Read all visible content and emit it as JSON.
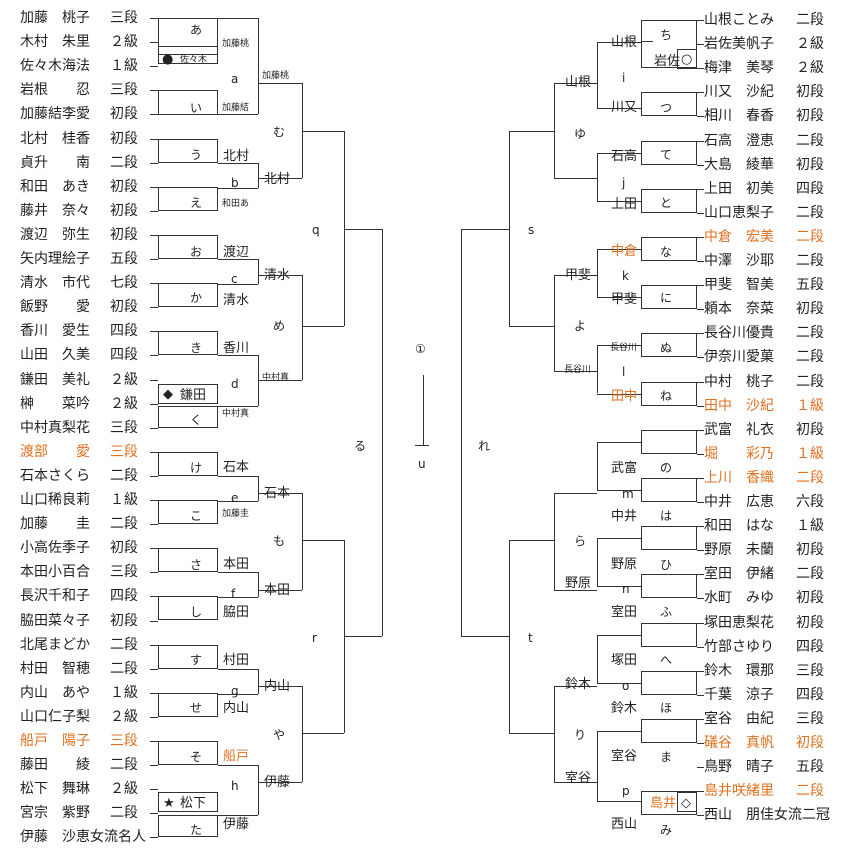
{
  "accent_color": "#e07020",
  "players_left": [
    {
      "name": "加藤　桃子",
      "rank": "三段",
      "hl": false
    },
    {
      "name": "木村　朱里",
      "rank": "２級",
      "hl": false
    },
    {
      "name": "佐々木海法",
      "rank": "１級",
      "hl": false
    },
    {
      "name": "岩根　　忍",
      "rank": "三段",
      "hl": false
    },
    {
      "name": "加藤結李愛",
      "rank": "初段",
      "hl": false
    },
    {
      "name": "北村　桂香",
      "rank": "初段",
      "hl": false
    },
    {
      "name": "貞升　　南",
      "rank": "二段",
      "hl": false
    },
    {
      "name": "和田　あき",
      "rank": "初段",
      "hl": false
    },
    {
      "name": "藤井　奈々",
      "rank": "初段",
      "hl": false
    },
    {
      "name": "渡辺　弥生",
      "rank": "初段",
      "hl": false
    },
    {
      "name": "矢内理絵子",
      "rank": "五段",
      "hl": false
    },
    {
      "name": "清水　市代",
      "rank": "七段",
      "hl": false
    },
    {
      "name": "飯野　　愛",
      "rank": "初段",
      "hl": false
    },
    {
      "name": "香川　愛生",
      "rank": "四段",
      "hl": false
    },
    {
      "name": "山田　久美",
      "rank": "四段",
      "hl": false
    },
    {
      "name": "鎌田　美礼",
      "rank": "２級",
      "hl": false
    },
    {
      "name": "榊　　菜吟",
      "rank": "２級",
      "hl": false
    },
    {
      "name": "中村真梨花",
      "rank": "三段",
      "hl": false
    },
    {
      "name": "渡部　　愛",
      "rank": "三段",
      "hl": true
    },
    {
      "name": "石本さくら",
      "rank": "二段",
      "hl": false
    },
    {
      "name": "山口稀良莉",
      "rank": "１級",
      "hl": false
    },
    {
      "name": "加藤　　圭",
      "rank": "二段",
      "hl": false
    },
    {
      "name": "小高佐季子",
      "rank": "初段",
      "hl": false
    },
    {
      "name": "本田小百合",
      "rank": "三段",
      "hl": false
    },
    {
      "name": "長沢千和子",
      "rank": "四段",
      "hl": false
    },
    {
      "name": "脇田菜々子",
      "rank": "初段",
      "hl": false
    },
    {
      "name": "北尾まどか",
      "rank": "二段",
      "hl": false
    },
    {
      "name": "村田　智穂",
      "rank": "二段",
      "hl": false
    },
    {
      "name": "内山　あや",
      "rank": "１級",
      "hl": false
    },
    {
      "name": "山口仁子梨",
      "rank": "２級",
      "hl": false
    },
    {
      "name": "船戸　陽子",
      "rank": "三段",
      "hl": true
    },
    {
      "name": "藤田　　綾",
      "rank": "二段",
      "hl": false
    },
    {
      "name": "松下　舞琳",
      "rank": "２級",
      "hl": false
    },
    {
      "name": "宮宗　紫野",
      "rank": "二段",
      "hl": false
    },
    {
      "name": "伊藤　沙恵女流名人",
      "rank": "",
      "hl": false
    }
  ],
  "players_right": [
    {
      "name": "山根ことみ",
      "rank": "二段",
      "hl": false
    },
    {
      "name": "岩佐美帆子",
      "rank": "２級",
      "hl": false
    },
    {
      "name": "梅津　美琴",
      "rank": "２級",
      "hl": false
    },
    {
      "name": "川又　沙紀",
      "rank": "初段",
      "hl": false
    },
    {
      "name": "相川　春香",
      "rank": "初段",
      "hl": false
    },
    {
      "name": "石高　澄恵",
      "rank": "二段",
      "hl": false
    },
    {
      "name": "大島　綾華",
      "rank": "初段",
      "hl": false
    },
    {
      "name": "上田　初美",
      "rank": "四段",
      "hl": false
    },
    {
      "name": "山口恵梨子",
      "rank": "二段",
      "hl": false
    },
    {
      "name": "中倉　宏美",
      "rank": "二段",
      "hl": true
    },
    {
      "name": "中澤　沙耶",
      "rank": "二段",
      "hl": false
    },
    {
      "name": "甲斐　智美",
      "rank": "五段",
      "hl": false
    },
    {
      "name": "頼本　奈菜",
      "rank": "初段",
      "hl": false
    },
    {
      "name": "長谷川優貴",
      "rank": "二段",
      "hl": false
    },
    {
      "name": "伊奈川愛菓",
      "rank": "二段",
      "hl": false
    },
    {
      "name": "中村　桃子",
      "rank": "二段",
      "hl": false
    },
    {
      "name": "田中　沙紀",
      "rank": "１級",
      "hl": true
    },
    {
      "name": "武富　礼衣",
      "rank": "初段",
      "hl": false
    },
    {
      "name": "堀　　彩乃",
      "rank": "１級",
      "hl": true
    },
    {
      "name": "上川　香織",
      "rank": "二段",
      "hl": true
    },
    {
      "name": "中井　広恵",
      "rank": "六段",
      "hl": false
    },
    {
      "name": "和田　はな",
      "rank": "１級",
      "hl": false
    },
    {
      "name": "野原　未蘭",
      "rank": "初段",
      "hl": false
    },
    {
      "name": "室田　伊緒",
      "rank": "二段",
      "hl": false
    },
    {
      "name": "水町　みゆ",
      "rank": "初段",
      "hl": false
    },
    {
      "name": "塚田恵梨花",
      "rank": "初段",
      "hl": false
    },
    {
      "name": "竹部さゆり",
      "rank": "四段",
      "hl": false
    },
    {
      "name": "鈴木　環那",
      "rank": "三段",
      "hl": false
    },
    {
      "name": "千葉　涼子",
      "rank": "四段",
      "hl": false
    },
    {
      "name": "室谷　由紀",
      "rank": "三段",
      "hl": false
    },
    {
      "name": "礒谷　真帆",
      "rank": "初段",
      "hl": true
    },
    {
      "name": "鳥野　晴子",
      "rank": "五段",
      "hl": false
    },
    {
      "name": "島井咲緒里",
      "rank": "二段",
      "hl": true
    },
    {
      "name": "西山　朋佳女流二冠",
      "rank": "",
      "hl": false
    }
  ],
  "match_labels_left": [
    "あ",
    "い",
    "う",
    "え",
    "お",
    "か",
    "き",
    "く",
    "け",
    "こ",
    "さ",
    "し",
    "す",
    "せ",
    "そ",
    "た"
  ],
  "match_labels_right": [
    "ち",
    "つ",
    "て",
    "と",
    "な",
    "に",
    "ぬ",
    "ね",
    "の",
    "は",
    "ひ",
    "ふ",
    "へ",
    "ほ",
    "ま",
    "み"
  ],
  "round_labels": {
    "a": "a",
    "b": "b",
    "c": "c",
    "d": "d",
    "e": "e",
    "f": "f",
    "g": "g",
    "h": "h",
    "i": "i",
    "j": "j",
    "k": "k",
    "l": "l",
    "m": "m",
    "n": "n",
    "o": "o",
    "p": "p",
    "mu": "む",
    "me": "め",
    "mo": "も",
    "ya": "や",
    "yu": "ゆ",
    "yo": "よ",
    "ra": "ら",
    "ri": "り",
    "q": "q",
    "r": "r",
    "s": "s",
    "t": "t",
    "ru": "る",
    "re": "れ",
    "final": "①",
    "u": "u"
  },
  "winners": {
    "l_a1": "加藤桃",
    "l_a2": "佐々木",
    "l_i": "加藤結",
    "l_a": "加藤桃",
    "l_u": "北村",
    "l_e": "和田あ",
    "l_b": "北村",
    "l_o": "渡辺",
    "l_ka": "清水",
    "l_c": "清水",
    "l_ki": "香川",
    "l_ku1": "鎌田",
    "l_ku2": "中村真",
    "l_d": "中村真",
    "l_ke": "石本",
    "l_ko": "加藤圭",
    "l_e2": "石本",
    "l_sa": "本田",
    "l_shi": "脇田",
    "l_f": "本田",
    "l_su": "村田",
    "l_se": "内山",
    "l_g": "内山",
    "l_so": "船戸",
    "l_ta1": "松下",
    "l_ta2": "伊藤",
    "l_h": "伊藤",
    "r_chi": "山根",
    "r_iwasa": "岩佐",
    "r_tsu": "川又",
    "r_i": "山根",
    "r_te": "石高",
    "r_to": "上田",
    "r_na": "中倉",
    "r_ni": "甲斐",
    "r_k": "甲斐",
    "r_nu": "長谷川",
    "r_ne": "田中",
    "r_l": "長谷川",
    "r_no": "武富",
    "r_ha": "中井",
    "r_hi": "野原",
    "r_fu": "室田",
    "r_n": "野原",
    "r_he": "塚田",
    "r_ho": "鈴木",
    "r_o": "鈴木",
    "r_ma": "室谷",
    "r_mi1": "島井",
    "r_mi2": "西山",
    "r_p": "室谷"
  },
  "marks": {
    "circle_filled": "●",
    "circle_open": "○",
    "diamond_filled": "◆",
    "diamond_open": "◇",
    "star": "★"
  }
}
